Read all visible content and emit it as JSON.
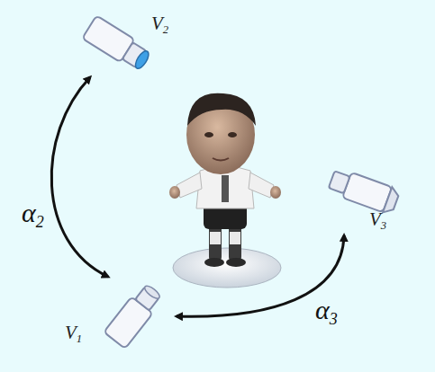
{
  "diagram": {
    "nodes": [
      {
        "text": [
          "V2"
        ]
      },
      {
        "text": [
          "V3"
        ]
      },
      {
        "text": [
          "V1"
        ]
      }
    ],
    "edges": [
      {
        "from": 0,
        "to": 2,
        "arrow": "both",
        "label": "α2"
      },
      {
        "from": 1,
        "to": 2,
        "arrow": "both",
        "label": "α3"
      }
    ]
  }
}
